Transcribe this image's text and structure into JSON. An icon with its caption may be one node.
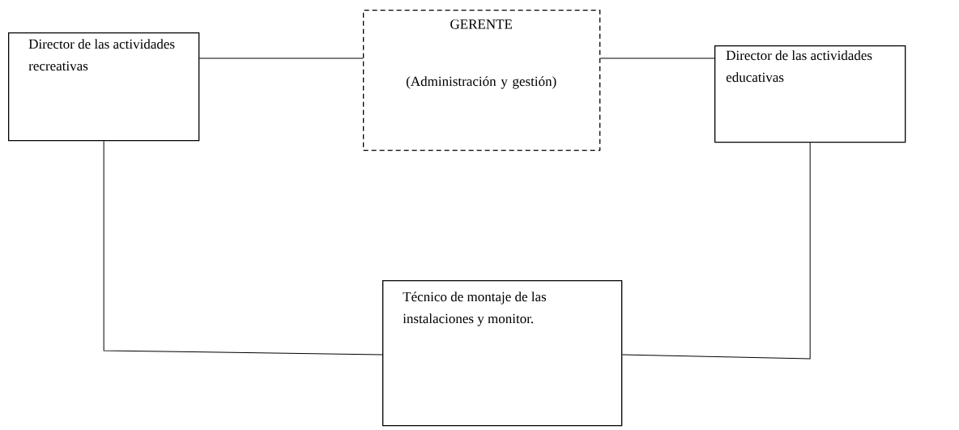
{
  "diagram": {
    "nodes": [
      {
        "text": [
          "Director de las actividades recreativas"
        ]
      },
      {
        "text": [
          "GERENTE",
          "(Administración y gestión)"
        ]
      },
      {
        "text": [
          "Director de las actividades educativas"
        ]
      },
      {
        "text": [
          "Técnico de montaje de las instalaciones y monitor."
        ]
      }
    ],
    "edges": [
      {
        "from": 0,
        "to": 1,
        "arrow": "none"
      },
      {
        "from": 1,
        "to": 2,
        "arrow": "none"
      },
      {
        "from": 0,
        "to": 3,
        "arrow": "none"
      },
      {
        "from": 2,
        "to": 3,
        "arrow": "none"
      }
    ]
  }
}
